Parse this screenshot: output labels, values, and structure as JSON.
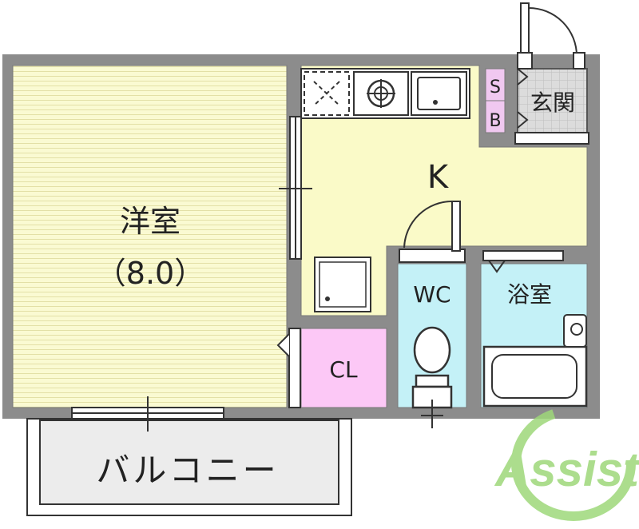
{
  "rooms": {
    "western_room": {
      "name": "洋室",
      "size": "（8.0）"
    },
    "kitchen": {
      "label": "K"
    },
    "shoe_box": {
      "label_top": "S",
      "label_bottom": "B"
    },
    "entrance": {
      "label": "玄関"
    },
    "toilet": {
      "label": "WC"
    },
    "bathroom": {
      "label": "浴室"
    },
    "closet": {
      "label": "CL"
    },
    "balcony": {
      "label": "バルコニー"
    }
  },
  "watermark": {
    "text": "Assist"
  },
  "colors": {
    "wall": "#8c8c8c",
    "western_room": "#fafad2",
    "kitchen": "#fafac8",
    "wet_area": "#c4f1f7",
    "closet": "#fcc8f6",
    "shoe_box": "#f0c8f0",
    "balcony": "#ececec",
    "entrance": "#dcdcdc",
    "watermark": "#9ed87a"
  }
}
